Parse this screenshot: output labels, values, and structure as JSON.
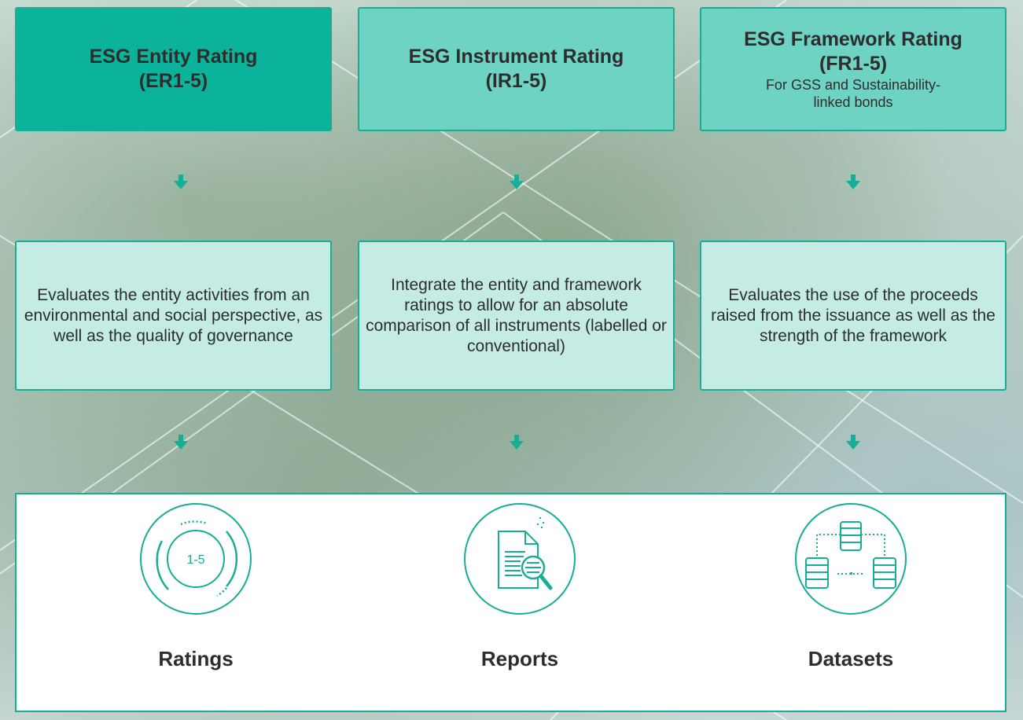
{
  "colors": {
    "accent": "#16ae96",
    "top_active_bg": "#0bb39a",
    "top_bg": "#6fd3c3",
    "mid_bg": "#c4ece5",
    "text": "#2d2d2d"
  },
  "columns": [
    {
      "title": "ESG Entity Rating",
      "code": "(ER1-5)",
      "note": "",
      "description": "Evaluates the entity activities from an environmental and social perspective, as well as the quality of governance"
    },
    {
      "title": "ESG Instrument Rating",
      "code": "(IR1-5)",
      "note": "",
      "description": "Integrate the entity and framework ratings to allow for an absolute comparison of all instruments (labelled or conventional)"
    },
    {
      "title": "ESG Framework Rating",
      "code": "(FR1-5)",
      "note": "For GSS and Sustainability-linked bonds",
      "description": "Evaluates the use of the proceeds raised from the issuance as well as the strength of the framework"
    }
  ],
  "outputs": [
    {
      "label": "Ratings",
      "icon": "rating-dial-icon",
      "icon_text": "1-5"
    },
    {
      "label": "Reports",
      "icon": "document-magnifier-icon"
    },
    {
      "label": "Datasets",
      "icon": "database-network-icon"
    }
  ]
}
